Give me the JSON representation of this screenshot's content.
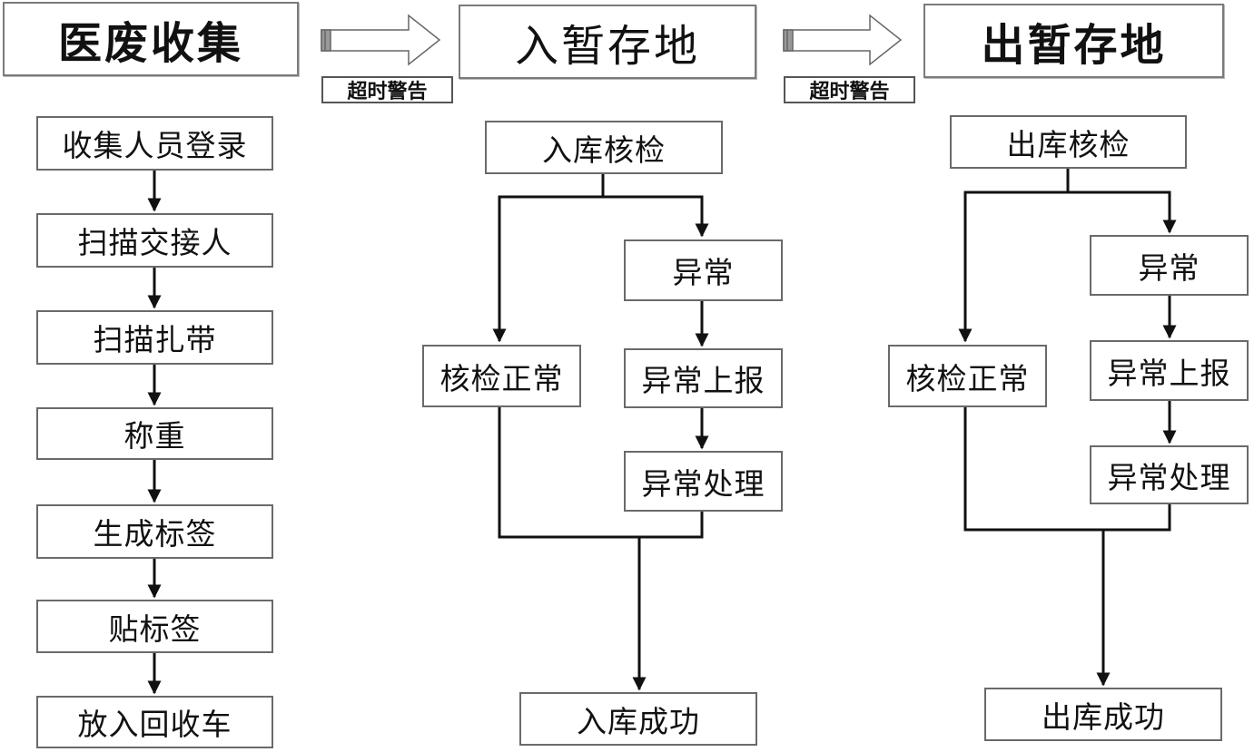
{
  "headers": {
    "collect": "医废收集",
    "enter": "入暂存地",
    "exit": "出暂存地"
  },
  "warnings": {
    "w1": "超时警告",
    "w2": "超时警告"
  },
  "collect_steps": [
    "收集人员登录",
    "扫描交接人",
    "扫描扎带",
    "称重",
    "生成标签",
    "贴标签",
    "放入回收车"
  ],
  "enter_flow": {
    "check": "入库核检",
    "abnormal": "异常",
    "normal": "核检正常",
    "report": "异常上报",
    "handle": "异常处理",
    "success": "入库成功"
  },
  "exit_flow": {
    "check": "出库核检",
    "abnormal": "异常",
    "normal": "核检正常",
    "report": "异常上报",
    "handle": "异常处理",
    "success": "出库成功"
  }
}
